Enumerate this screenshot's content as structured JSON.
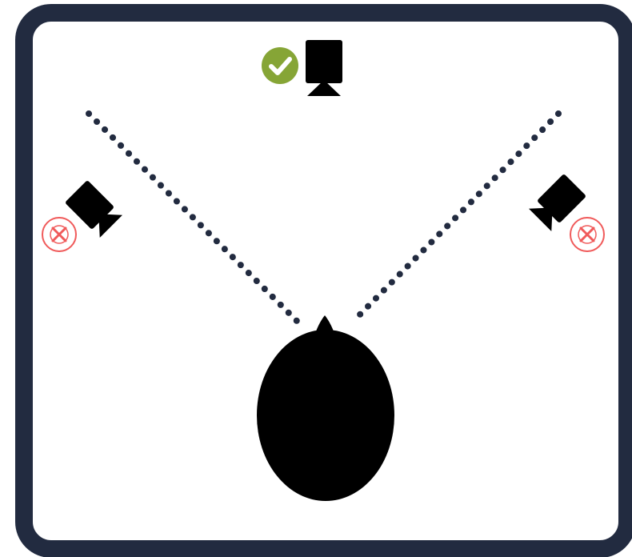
{
  "diagram": {
    "colors": {
      "frame": "#222b40",
      "background": "#ffffff",
      "camera": "#000000",
      "subject": "#000000",
      "sightline": "#222b40",
      "correct": "#86a536",
      "incorrect": "#f05a5a"
    },
    "cameras": [
      {
        "id": "center",
        "icon": "camera-icon",
        "status": "correct",
        "status_icon": "checkmark-icon"
      },
      {
        "id": "left",
        "icon": "camera-icon",
        "status": "incorrect",
        "status_icon": "x-mark-icon"
      },
      {
        "id": "right",
        "icon": "camera-icon",
        "status": "incorrect",
        "status_icon": "x-mark-icon"
      }
    ],
    "subject": {
      "icon": "head-top-view-icon"
    },
    "sightlines": {
      "style": "dotted",
      "count": 2
    }
  }
}
